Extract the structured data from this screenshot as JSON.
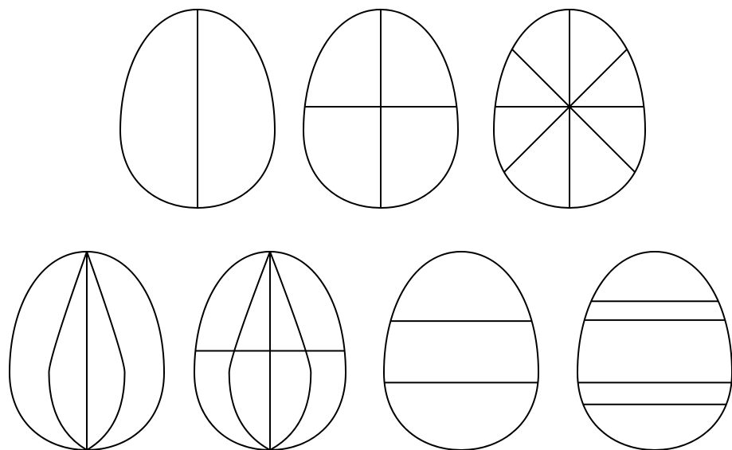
{
  "figure": {
    "background": "#ffffff",
    "stroke_color": "#000000",
    "eggs": [
      {
        "id": "egg-1",
        "pattern": "vertical-halves"
      },
      {
        "id": "egg-2",
        "pattern": "quarters-cross"
      },
      {
        "id": "egg-3",
        "pattern": "eighths-radial"
      },
      {
        "id": "egg-4",
        "pattern": "vertical-meridians"
      },
      {
        "id": "egg-5",
        "pattern": "meridians-with-horizontal"
      },
      {
        "id": "egg-6",
        "pattern": "two-horizontal-bands"
      },
      {
        "id": "egg-7",
        "pattern": "four-horizontal-bands"
      }
    ]
  }
}
